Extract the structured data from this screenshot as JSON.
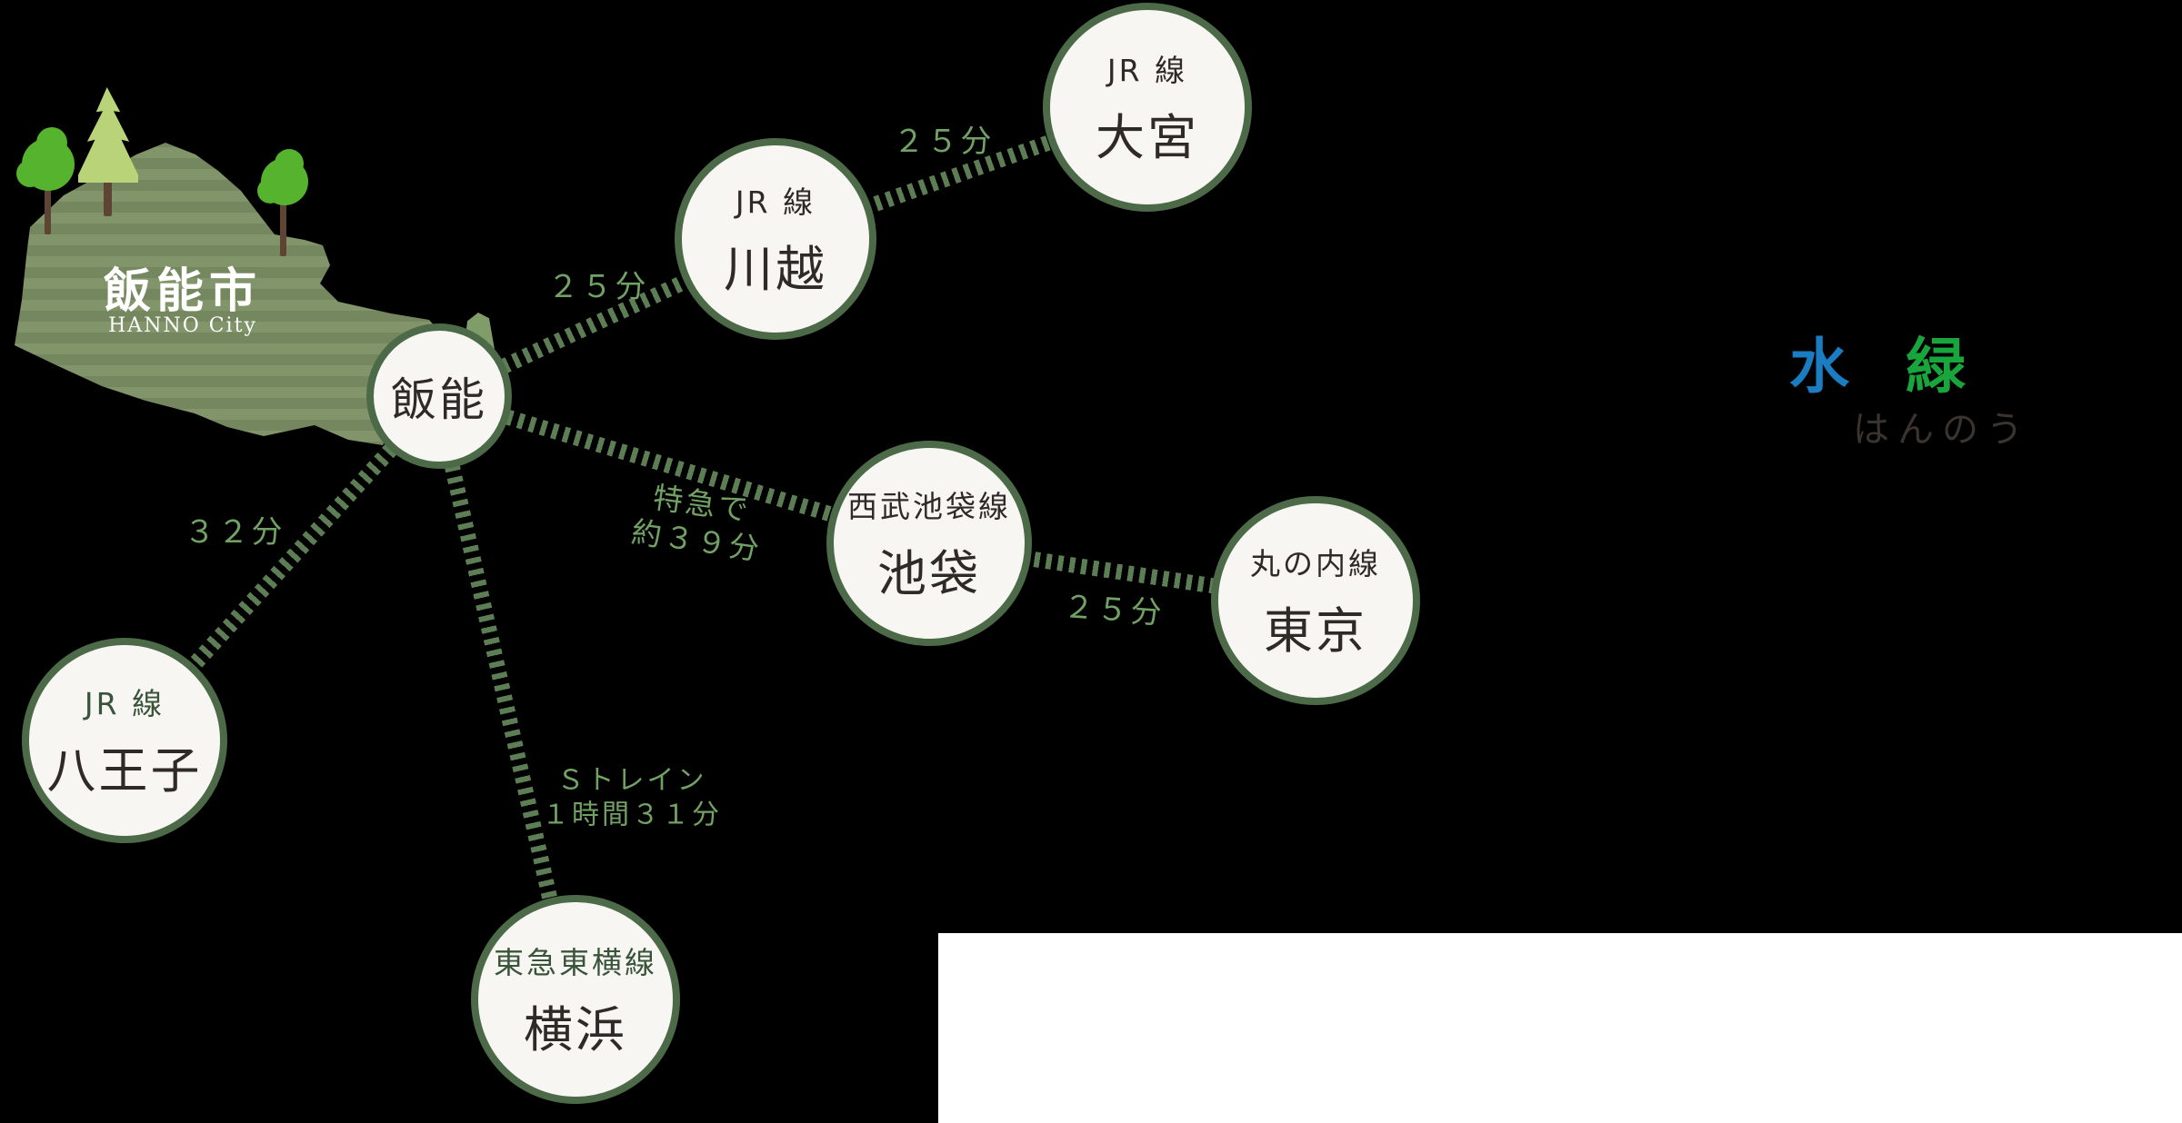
{
  "map": {
    "region_name": "飯能市",
    "region_name_en": "HANNO City"
  },
  "hub": {
    "station": "飯能"
  },
  "stations": {
    "kawagoe": {
      "line": "JR 線",
      "name": "川越"
    },
    "omiya": {
      "line": "JR 線",
      "name": "大宮"
    },
    "ikebukuro": {
      "line": "西武池袋線",
      "name": "池袋"
    },
    "tokyo": {
      "line": "丸の内線",
      "name": "東京"
    },
    "hachioji": {
      "line": "JR 線",
      "name": "八王子"
    },
    "yokohama": {
      "line": "東急東横線",
      "name": "横浜"
    }
  },
  "routes": {
    "hanno_kawagoe": {
      "time": "２５分"
    },
    "kawagoe_omiya": {
      "time": "２５分"
    },
    "hanno_ikebukuro": {
      "via": "特急で",
      "time": "約３９分"
    },
    "ikebukuro_tokyo": {
      "time": "２５分"
    },
    "hanno_hachioji": {
      "time": "３２分"
    },
    "hanno_yokohama": {
      "via": "Ｓトレイン",
      "time": "１時間３１分"
    }
  },
  "slogan": {
    "water": "水",
    "green": "緑",
    "reading": "はんのう"
  },
  "colors": {
    "background": "#000000",
    "panel_white": "#ffffff",
    "node_fill": "#f7f6f3",
    "node_border": "#4c6a48",
    "rail_dash": "#5d7d55",
    "time_label_green": "#72a164",
    "line_name_dark": "#2f2a26",
    "line_name_green": "#39543a",
    "map_stripe_dark": "#75875f",
    "map_stripe_light": "#82956a",
    "tree_green": "#55b32d",
    "pine_green": "#b8d378",
    "trunk_brown": "#5e4433",
    "water_blue": "#1a7dc2",
    "green_text": "#18a63c",
    "reading_gray": "#3a332f"
  }
}
